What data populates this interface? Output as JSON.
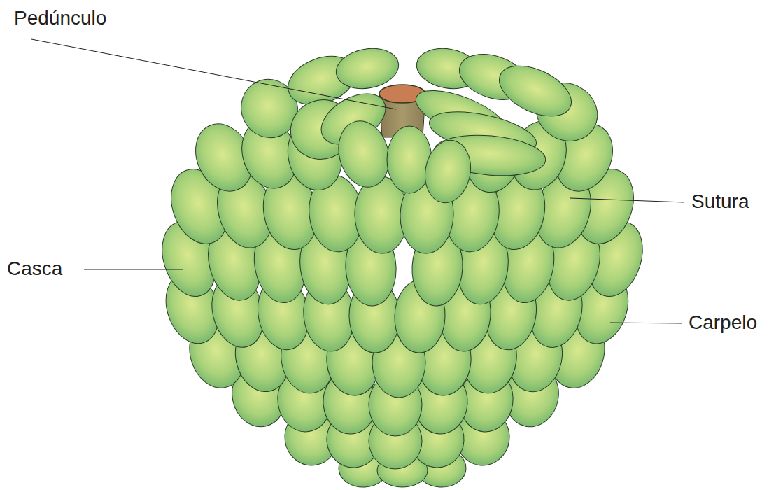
{
  "diagram": {
    "labels": [
      "Pedúnculo",
      "Sutura",
      "Casca",
      "Carpelo"
    ]
  }
}
